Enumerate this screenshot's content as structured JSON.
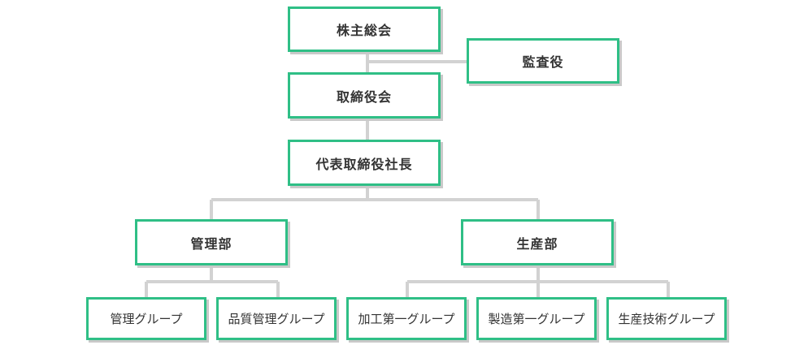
{
  "colors": {
    "border": "#2fbf86",
    "connector": "#cfcfcf",
    "shadow": "#c9c9c9",
    "text": "#333333"
  },
  "org": {
    "shareholders": "株主総会",
    "auditor": "監査役",
    "board": "取締役会",
    "president": "代表取締役社長",
    "admin_dept": "管理部",
    "production_dept": "生産部",
    "groups": {
      "admin_group": "管理グループ",
      "quality_group": "品質管理グループ",
      "processing_group": "加工第一グループ",
      "manufacturing_group": "製造第一グループ",
      "technology_group": "生産技術グループ"
    }
  }
}
